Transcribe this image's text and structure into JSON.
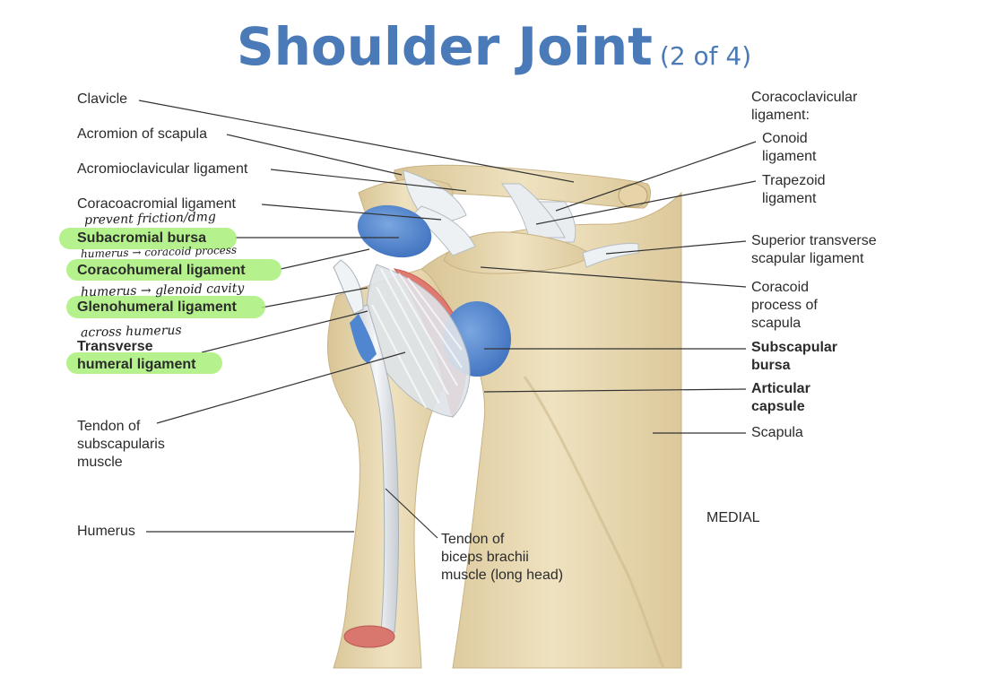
{
  "title": {
    "main": "Shoulder Joint",
    "sub": "(2 of 4)"
  },
  "labels": {
    "clavicle": "Clavicle",
    "acromion": "Acromion of scapula",
    "acromioclavicular": "Acromioclavicular ligament",
    "coracoacromial": "Coracoacromial ligament",
    "subacromial_bursa": "Subacromial bursa",
    "coracohumeral": "Coracohumeral ligament",
    "glenohumeral": "Glenohumeral ligament",
    "transverse_humeral": "Transverse\nhumeral ligament",
    "tendon_subscapularis": "Tendon of\nsubscapularis\nmuscle",
    "humerus": "Humerus",
    "tendon_biceps": "Tendon of\nbiceps brachii\nmuscle (long head)",
    "coracoclavicular": "Coracoclavicular\nligament:",
    "conoid": "Conoid\nligament",
    "trapezoid": "Trapezoid\nligament",
    "superior_transverse": "Superior transverse\nscapular ligament",
    "coracoid": "Coracoid\nprocess of\nscapula",
    "subscapular_bursa": "Subscapular\nbursa",
    "articular_capsule": "Articular\ncapsule",
    "scapula": "Scapula",
    "medial": "MEDIAL"
  },
  "handwritten_notes": {
    "subacromial": "prevent friction/dmg",
    "coracohumeral": "humerus → coracoid process",
    "glenohumeral": "humerus → glenoid cavity",
    "transverse": "across humerus"
  },
  "colors": {
    "title": "#4a7ab8",
    "highlight": "#a8f07a",
    "bone": "#e9d9b0",
    "bursa": "#4f86cf",
    "ligament": "#e8ecef",
    "cartilage": "#e07a70"
  }
}
